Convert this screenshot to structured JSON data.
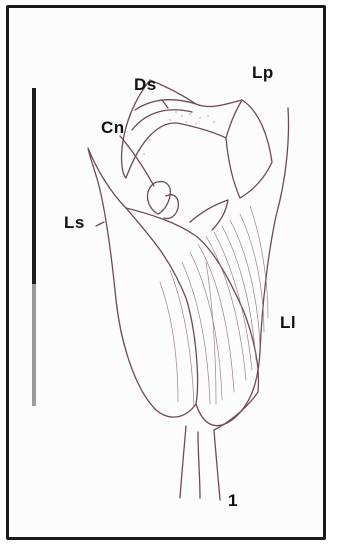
{
  "figure": {
    "labels": {
      "ds": "Ds",
      "lp": "Lp",
      "cn": "Cn",
      "ls": "Ls",
      "ll": "Ll",
      "number": "1"
    },
    "colors": {
      "outline": "#6e4a55",
      "hatching": "#8a6a74",
      "border": "#1a1a1a",
      "scalebar_dark": "#1e1e1e",
      "scalebar_light": "#9a9a9a"
    }
  }
}
